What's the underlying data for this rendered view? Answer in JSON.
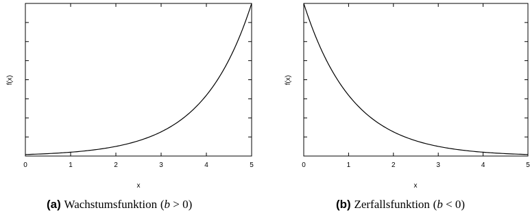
{
  "chart_data": [
    {
      "type": "line",
      "xlabel": "x",
      "ylabel": "f(x)",
      "xlim": [
        0,
        5
      ],
      "ylim": [
        0,
        1
      ],
      "x_ticks": [
        "0",
        "1",
        "2",
        "3",
        "4",
        "5"
      ],
      "grid": false,
      "series": [
        {
          "x": [
            0,
            0.5,
            1,
            1.5,
            2,
            2.5,
            3,
            3.5,
            4,
            4.5,
            5
          ],
          "y": [
            0.01,
            0.016,
            0.025,
            0.04,
            0.063,
            0.1,
            0.158,
            0.251,
            0.398,
            0.631,
            1.0
          ],
          "color": "#000000"
        }
      ],
      "caption": {
        "letter": "(a)",
        "text": "Wachstumsfunktion",
        "open": "(",
        "var": "b",
        "rest": " > 0)"
      }
    },
    {
      "type": "line",
      "xlabel": "x",
      "ylabel": "f(x)",
      "xlim": [
        0,
        5
      ],
      "ylim": [
        0,
        1
      ],
      "x_ticks": [
        "0",
        "1",
        "2",
        "3",
        "4",
        "5"
      ],
      "grid": false,
      "series": [
        {
          "x": [
            0,
            0.25,
            0.5,
            0.75,
            1,
            1.5,
            2,
            2.5,
            3,
            3.5,
            4,
            4.5,
            5
          ],
          "y": [
            1.0,
            0.794,
            0.631,
            0.501,
            0.398,
            0.251,
            0.158,
            0.1,
            0.063,
            0.04,
            0.025,
            0.016,
            0.01
          ],
          "color": "#000000"
        }
      ],
      "caption": {
        "letter": "(b)",
        "text": "Zerfallsfunktion",
        "open": "(",
        "var": "b",
        "rest": " < 0)"
      }
    }
  ]
}
